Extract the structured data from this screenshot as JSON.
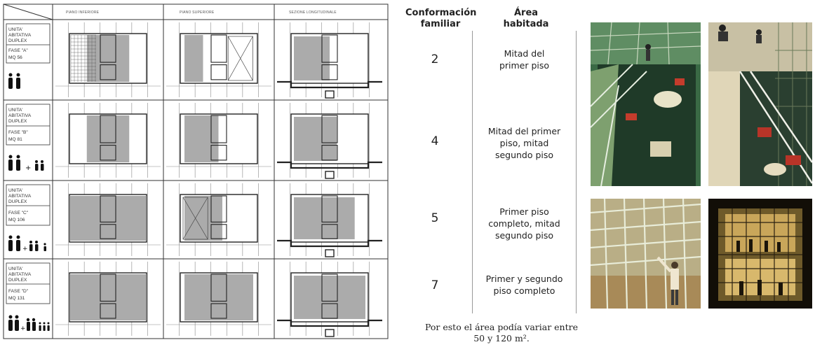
{
  "plan_table": {
    "headers": [
      "PIANO INFERIORE",
      "PIANO SUPERIORE",
      "SEZIONE LONGITUDINALE"
    ],
    "rows": [
      {
        "line1": "UNITA'",
        "line2": "ABITATIVA",
        "line3": "DUPLEX",
        "fase": "FASE  \"A\"",
        "mq": "MQ    56"
      },
      {
        "line1": "UNITA'",
        "line2": "ABITATIVA",
        "line3": "DUPLEX",
        "fase": "FASE  \"B\"",
        "mq": "MQ    81"
      },
      {
        "line1": "UNITA'",
        "line2": "ABITATIVA",
        "line3": "DUPLEX",
        "fase": "FASE  \"C\"",
        "mq": "MQ  106"
      },
      {
        "line1": "UNITA'",
        "line2": "ABITATIVA",
        "line3": "DUPLEX",
        "fase": "FASE  \"D\"",
        "mq": "MQ  131"
      }
    ]
  },
  "summary": {
    "col1_title_l1": "Conformación",
    "col1_title_l2": "familiar",
    "col2_title_l1": "Área",
    "col2_title_l2": "habitada",
    "rows": [
      {
        "size": "2",
        "area_l1": "Mitad del",
        "area_l2": "primer piso",
        "area_l3": ""
      },
      {
        "size": "4",
        "area_l1": "Mitad del primer",
        "area_l2": "piso, mitad",
        "area_l3": "segundo piso"
      },
      {
        "size": "5",
        "area_l1": "Primer piso",
        "area_l2": "completo, mitad",
        "area_l3": "segundo piso"
      },
      {
        "size": "7",
        "area_l1": "Primer y segundo",
        "area_l2": "piso completo",
        "area_l3": ""
      }
    ],
    "note_l1": "Por esto el área podía variar entre",
    "note_l2": "50 y 120 m²."
  },
  "colors": {
    "line": "#222222",
    "fill": "#8f8f8f",
    "photo_green": "#2f5a3a",
    "photo_night": "#1a1408"
  }
}
